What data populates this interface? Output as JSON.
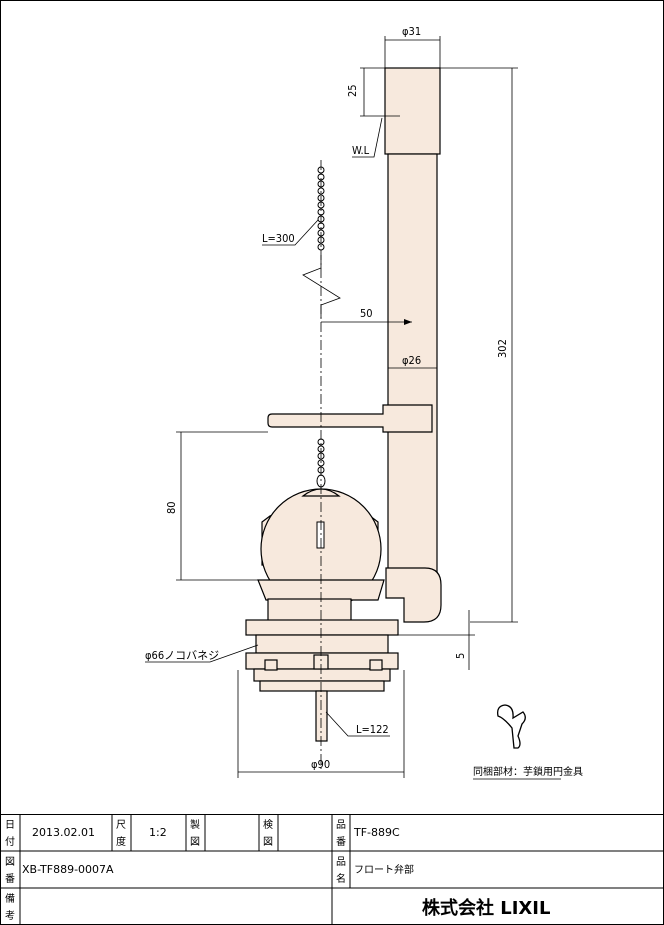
{
  "drawing": {
    "dimensions": {
      "pipe_top_diameter": "φ31",
      "top_height": "25",
      "water_level": "W.L",
      "chain_length": "L=300",
      "offset": "50",
      "pipe_diameter": "φ26",
      "overall_height": "302",
      "float_height": "80",
      "thread": "φ66ノコバネジ",
      "gap": "5",
      "rod_length": "L=122",
      "base_diameter": "φ90"
    },
    "accessory_note": "同梱部材：芋鎖用円金具"
  },
  "title_block": {
    "date_label_1": "日",
    "date_label_2": "付",
    "date_value": "2013.02.01",
    "scale_label_1": "尺",
    "scale_label_2": "度",
    "scale_value": "1:2",
    "drawn_label_1": "製",
    "drawn_label_2": "図",
    "drawn_value": "",
    "checked_label_1": "検",
    "checked_label_2": "図",
    "checked_value": "",
    "product_no_label_1": "品",
    "product_no_label_2": "番",
    "product_no_value": "TF-889C",
    "drawing_no_label_1": "図",
    "drawing_no_label_2": "番",
    "drawing_no_value": "XB-TF889-0007A",
    "product_name_label_1": "品",
    "product_name_label_2": "名",
    "product_name_value": "フロート弁部",
    "remarks_label_1": "備",
    "remarks_label_2": "考",
    "remarks_value": "",
    "company": "株式会社 LIXIL"
  }
}
